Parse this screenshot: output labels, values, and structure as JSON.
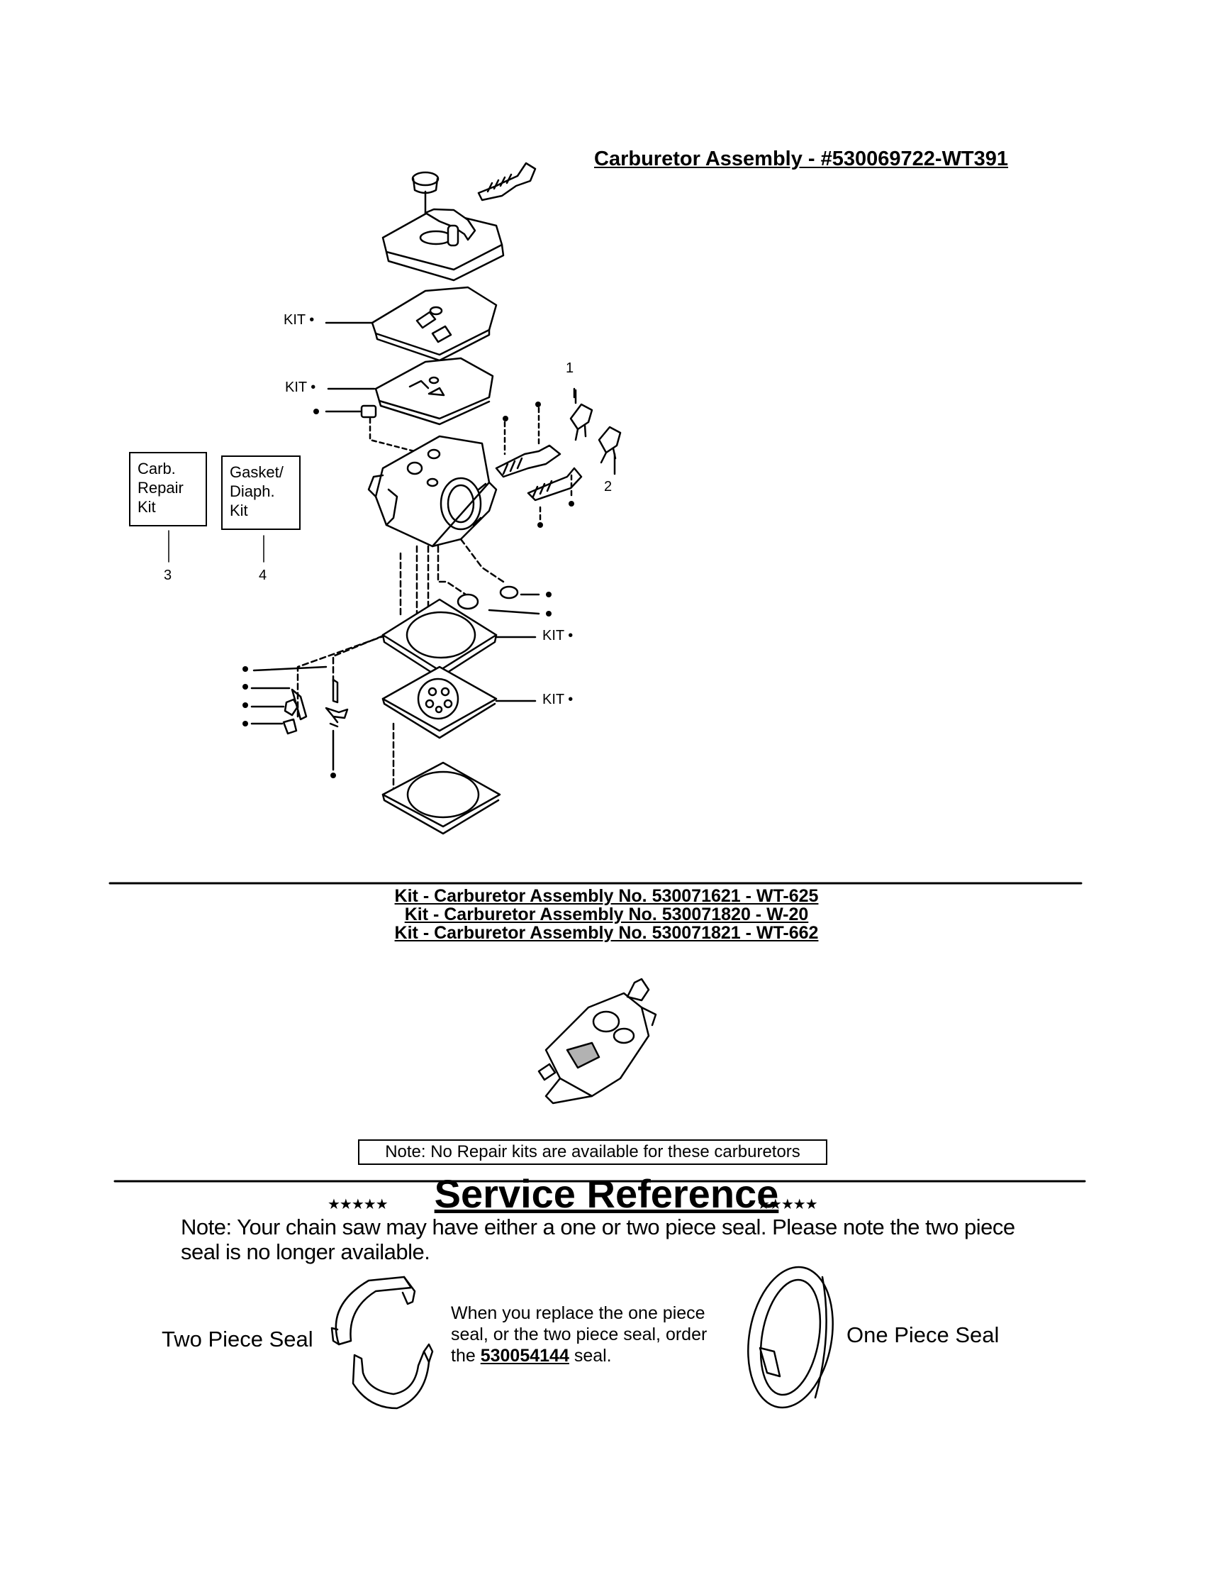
{
  "header": {
    "title": "Carburetor Assembly - #530069722-WT391"
  },
  "diagram": {
    "kit_labels": [
      "KIT •",
      "KIT •",
      "KIT •",
      "KIT •"
    ],
    "ref_numbers": [
      "1",
      "2",
      "3",
      "4"
    ],
    "boxes": {
      "carb_repair_kit": "Carb. Repair Kit",
      "gasket_diaph_kit": "Gasket/ Diaph. Kit"
    }
  },
  "kits": [
    "Kit - Carburetor Assembly No. 530071621 - WT-625",
    "Kit - Carburetor Assembly No. 530071820 - W-20",
    "Kit - Carburetor Assembly No. 530071821 - WT-662"
  ],
  "note_box": "Note: No Repair kits are available for these carburetors",
  "service_reference": {
    "stars": "★★★★★",
    "title": "Service Reference",
    "note": "Note: Your chain saw may have either a one or two piece seal. Please note the two piece seal is no longer available.",
    "two_piece_label": "Two Piece Seal",
    "one_piece_label": "One Piece Seal",
    "replace_text": "When you replace the one piece seal, or the two piece seal, order the",
    "part_number": "530054144",
    "replace_suffix": "seal."
  }
}
